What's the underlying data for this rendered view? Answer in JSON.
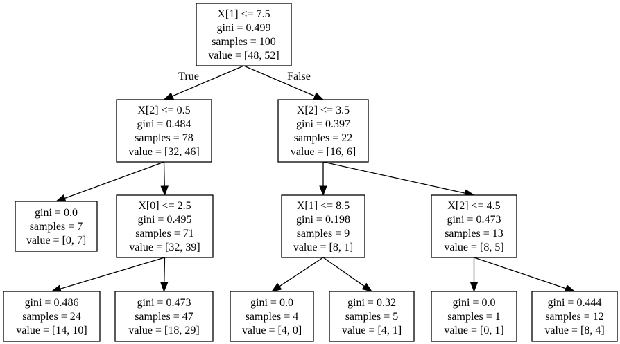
{
  "tree": {
    "nodes": [
      {
        "id": "n0",
        "lines": [
          "X[1] <= 7.5",
          "gini = 0.499",
          "samples = 100",
          "value = [48, 52]"
        ]
      },
      {
        "id": "n1",
        "lines": [
          "X[2] <= 0.5",
          "gini = 0.484",
          "samples = 78",
          "value = [32, 46]"
        ]
      },
      {
        "id": "n2",
        "lines": [
          "X[2] <= 3.5",
          "gini = 0.397",
          "samples = 22",
          "value = [16, 6]"
        ]
      },
      {
        "id": "n3",
        "lines": [
          "gini = 0.0",
          "samples = 7",
          "value = [0, 7]"
        ]
      },
      {
        "id": "n4",
        "lines": [
          "X[0] <= 2.5",
          "gini = 0.495",
          "samples = 71",
          "value = [32, 39]"
        ]
      },
      {
        "id": "n5",
        "lines": [
          "X[1] <= 8.5",
          "gini = 0.198",
          "samples = 9",
          "value = [8, 1]"
        ]
      },
      {
        "id": "n6",
        "lines": [
          "X[2] <= 4.5",
          "gini = 0.473",
          "samples = 13",
          "value = [8, 5]"
        ]
      },
      {
        "id": "n7",
        "lines": [
          "gini = 0.486",
          "samples = 24",
          "value = [14, 10]"
        ]
      },
      {
        "id": "n8",
        "lines": [
          "gini = 0.473",
          "samples = 47",
          "value = [18, 29]"
        ]
      },
      {
        "id": "n9",
        "lines": [
          "gini = 0.0",
          "samples = 4",
          "value = [4, 0]"
        ]
      },
      {
        "id": "n10",
        "lines": [
          "gini = 0.32",
          "samples = 5",
          "value = [4, 1]"
        ]
      },
      {
        "id": "n11",
        "lines": [
          "gini = 0.0",
          "samples = 1",
          "value = [0, 1]"
        ]
      },
      {
        "id": "n12",
        "lines": [
          "gini = 0.444",
          "samples = 12",
          "value = [8, 4]"
        ]
      }
    ],
    "edges": [
      {
        "from": "n0",
        "to": "n1",
        "label": "True"
      },
      {
        "from": "n0",
        "to": "n2",
        "label": "False"
      },
      {
        "from": "n1",
        "to": "n3",
        "label": ""
      },
      {
        "from": "n1",
        "to": "n4",
        "label": ""
      },
      {
        "from": "n2",
        "to": "n5",
        "label": ""
      },
      {
        "from": "n2",
        "to": "n6",
        "label": ""
      },
      {
        "from": "n4",
        "to": "n7",
        "label": ""
      },
      {
        "from": "n4",
        "to": "n8",
        "label": ""
      },
      {
        "from": "n5",
        "to": "n9",
        "label": ""
      },
      {
        "from": "n5",
        "to": "n10",
        "label": ""
      },
      {
        "from": "n6",
        "to": "n11",
        "label": ""
      },
      {
        "from": "n6",
        "to": "n12",
        "label": ""
      }
    ]
  }
}
